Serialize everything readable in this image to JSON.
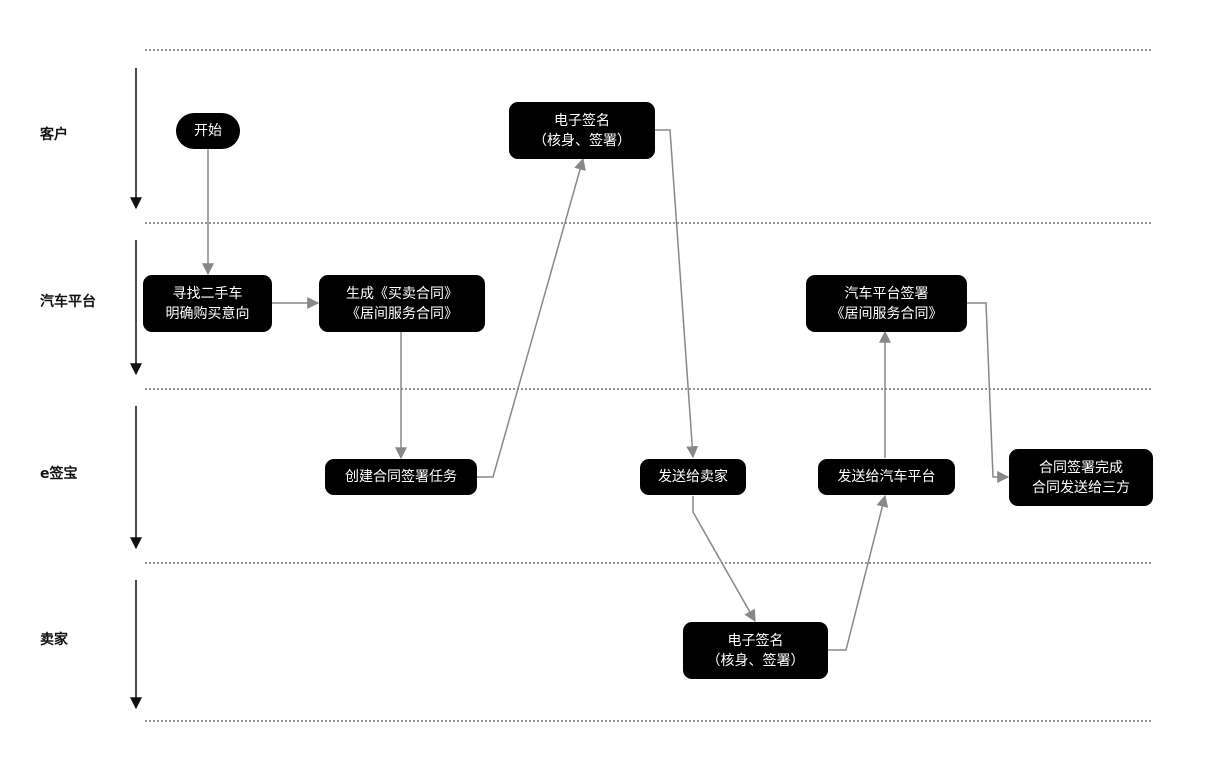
{
  "lanes": [
    {
      "id": "customer",
      "label": "客户"
    },
    {
      "id": "platform",
      "label": "汽车平台"
    },
    {
      "id": "esign",
      "label": "e签宝"
    },
    {
      "id": "seller",
      "label": "卖家"
    }
  ],
  "nodes": {
    "start": {
      "lines": [
        "开始"
      ]
    },
    "find_car": {
      "lines": [
        "寻找二手车",
        "明确购买意向"
      ]
    },
    "generate_contract": {
      "lines": [
        "生成《买卖合同》",
        "《居间服务合同》"
      ]
    },
    "create_task": {
      "lines": [
        "创建合同签署任务"
      ]
    },
    "customer_esign": {
      "lines": [
        "电子签名",
        "（核身、签署）"
      ]
    },
    "send_to_seller": {
      "lines": [
        "发送给卖家"
      ]
    },
    "seller_esign": {
      "lines": [
        "电子签名",
        "（核身、签署）"
      ]
    },
    "send_to_platform": {
      "lines": [
        "发送给汽车平台"
      ]
    },
    "platform_sign": {
      "lines": [
        "汽车平台签署",
        "《居间服务合同》"
      ]
    },
    "complete": {
      "lines": [
        "合同签署完成",
        "合同发送给三方"
      ]
    }
  },
  "colors": {
    "node_bg": "#000000",
    "node_text": "#ffffff",
    "connector": "#888888",
    "lane_arrow": "#111111",
    "divider": "#555555"
  }
}
